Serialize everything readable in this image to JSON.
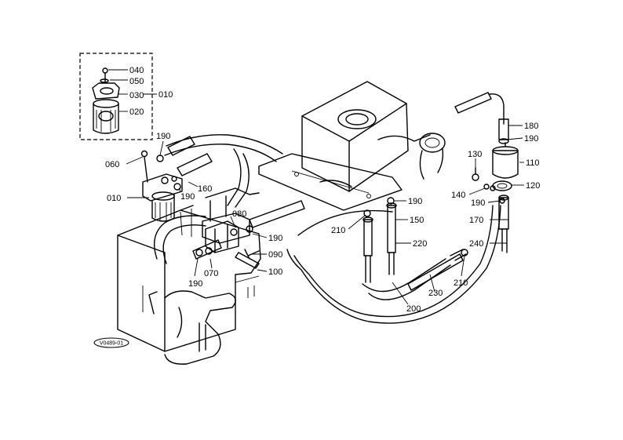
{
  "diagram_code": "V0489-01",
  "callouts": {
    "c010_inset": "010",
    "c040": "040",
    "c050": "050",
    "c030": "030",
    "c020": "020",
    "c190_top": "190",
    "c060": "060",
    "c010_main": "010",
    "c190_mid": "190",
    "c160": "160",
    "c080": "080",
    "c190_right": "190",
    "c090": "090",
    "c070": "070",
    "c190_low": "190",
    "c100": "100",
    "c180": "180",
    "c190_tr": "190",
    "c130": "130",
    "c110": "110",
    "c120": "120",
    "c140": "140",
    "c190_fr": "190",
    "c190_c": "190",
    "c170": "170",
    "c210_l": "210",
    "c150": "150",
    "c220": "220",
    "c240": "240",
    "c210_r": "210",
    "c230": "230",
    "c200": "200"
  }
}
